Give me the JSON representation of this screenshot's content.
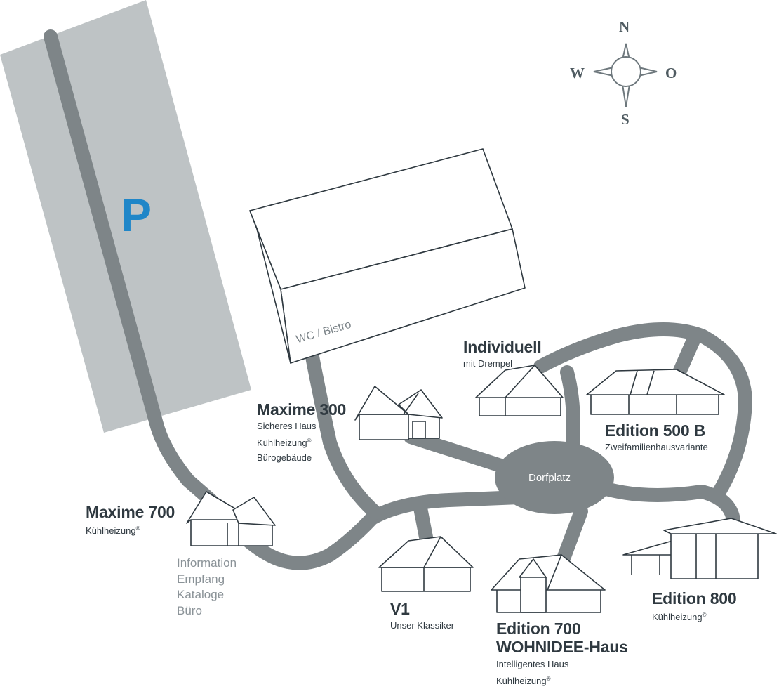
{
  "colors": {
    "road": "#7e8588",
    "parking_area": "#bec3c5",
    "parking_letter": "#1f86c8",
    "outline": "#2f3940",
    "text_dark": "#2f3940",
    "text_grey": "#8b9398",
    "compass": "#6e787d"
  },
  "compass": {
    "north": "N",
    "south": "S",
    "west": "W",
    "east": "O",
    "icon": "compass-rose-icon"
  },
  "parking": {
    "label": "P",
    "icon": "parking-icon"
  },
  "village_square": {
    "label": "Dorfplatz"
  },
  "wc_building": {
    "label": "WC / Bistro"
  },
  "houses": {
    "maxime_300": {
      "title": "Maxime 300",
      "line1": "Sicheres Haus",
      "line2": "Kühlheizung",
      "line2_mark": "®",
      "line3": "Bürogebäude"
    },
    "maxime_700": {
      "title": "Maxime 700",
      "line1": "Kühlheizung",
      "line1_mark": "®",
      "info": [
        "Information",
        "Empfang",
        "Kataloge",
        "Büro"
      ]
    },
    "individuell": {
      "title": "Individuell",
      "line1": "mit Drempel"
    },
    "edition_500b": {
      "title": "Edition 500 B",
      "line1": "Zweifamilienhausvariante"
    },
    "v1": {
      "title": "V1",
      "line1": "Unser Klassiker"
    },
    "edition_700": {
      "title": "Edition 700",
      "title2": "WOHNIDEE-Haus",
      "line1": "Intelligentes Haus",
      "line2": "Kühlheizung",
      "line2_mark": "®"
    },
    "edition_800": {
      "title": "Edition 800",
      "line1": "Kühlheizung",
      "line1_mark": "®"
    }
  }
}
